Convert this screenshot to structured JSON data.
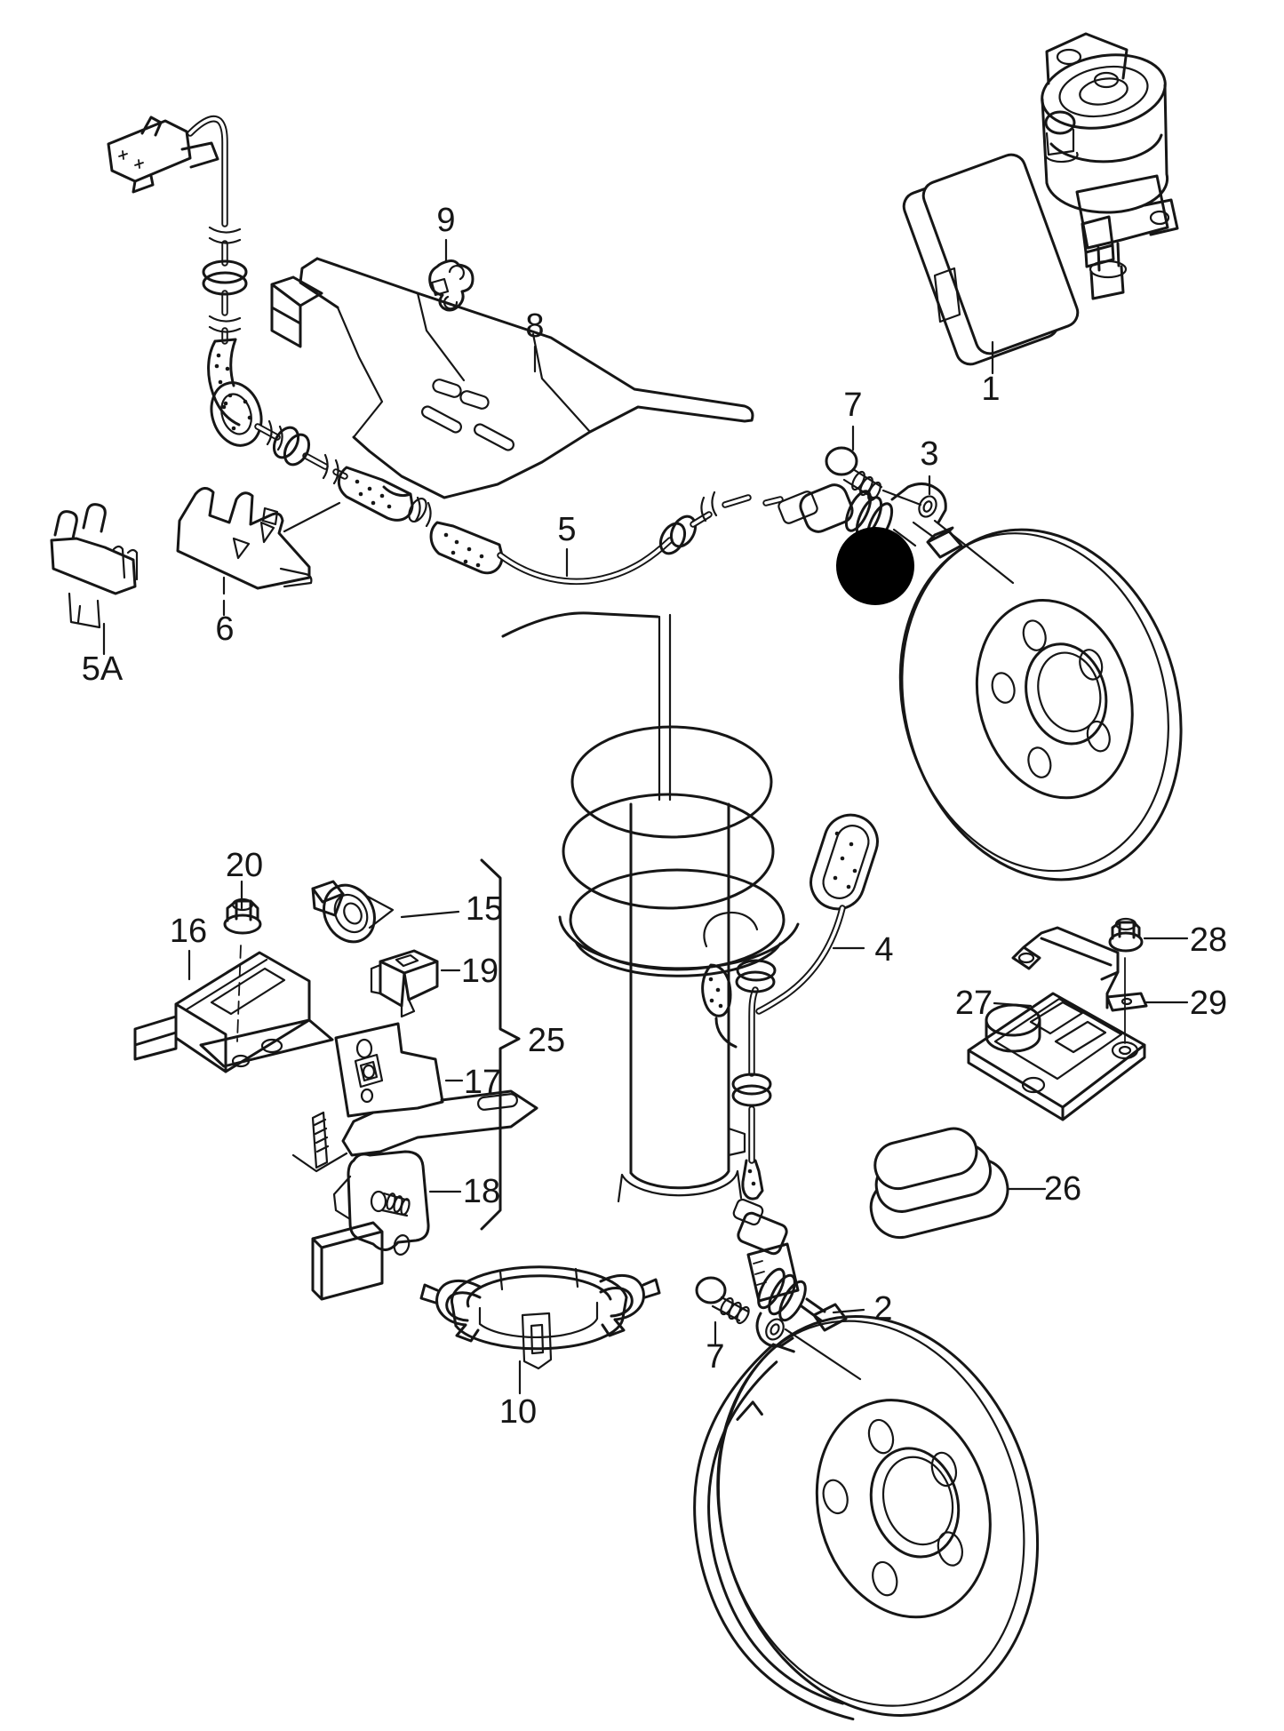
{
  "colors": {
    "background": "#ffffff",
    "line": "#161616",
    "redaction_dot": "#000000"
  },
  "callouts": [
    {
      "label": "1"
    },
    {
      "label": "7"
    },
    {
      "label": "3"
    },
    {
      "label": "9"
    },
    {
      "label": "8"
    },
    {
      "label": "5"
    },
    {
      "label": "6"
    },
    {
      "label": "5A"
    },
    {
      "label": "4"
    },
    {
      "label": "20"
    },
    {
      "label": "16"
    },
    {
      "label": "15"
    },
    {
      "label": "19"
    },
    {
      "label": "25"
    },
    {
      "label": "17"
    },
    {
      "label": "18"
    },
    {
      "label": "10"
    },
    {
      "label": "7"
    },
    {
      "label": "2"
    },
    {
      "label": "26"
    },
    {
      "label": "27"
    },
    {
      "label": "28"
    },
    {
      "label": "29"
    }
  ]
}
